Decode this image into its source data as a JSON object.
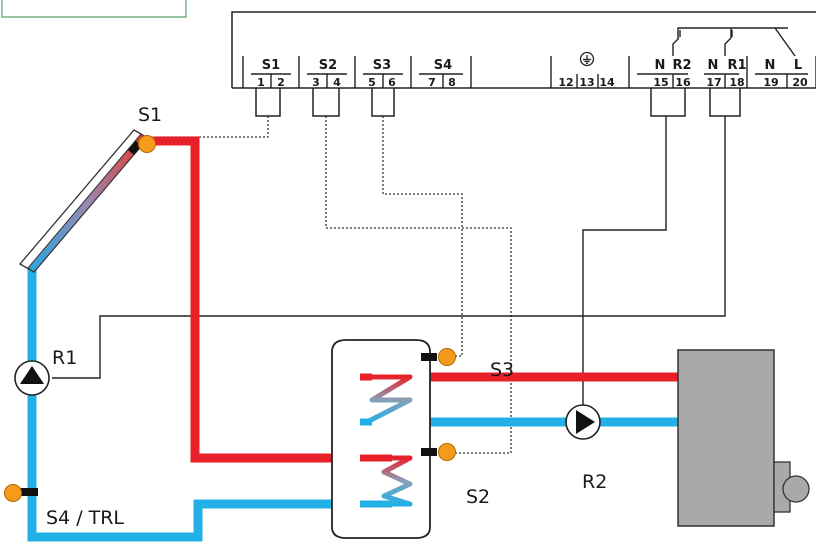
{
  "terminal_block": {
    "groups": [
      {
        "label": "S1",
        "numbers": [
          "1",
          "2"
        ]
      },
      {
        "label": "S2",
        "numbers": [
          "3",
          "4"
        ]
      },
      {
        "label": "S3",
        "numbers": [
          "5",
          "6"
        ]
      },
      {
        "label": "S4",
        "numbers": [
          "7",
          "8"
        ]
      }
    ],
    "ground_numbers": [
      "12",
      "13",
      "14"
    ],
    "relay_groups": [
      {
        "labels": [
          "N",
          "R2"
        ],
        "numbers": [
          "15",
          "16"
        ]
      },
      {
        "labels": [
          "N",
          "R1"
        ],
        "numbers": [
          "17",
          "18"
        ]
      },
      {
        "labels": [
          "N",
          "L"
        ],
        "numbers": [
          "19",
          "20"
        ]
      }
    ]
  },
  "labels": {
    "s1": "S1",
    "s2": "S2",
    "s3": "S3",
    "s4": "S4 / TRL",
    "r1": "R1",
    "r2": "R2"
  },
  "icons": {
    "ground": "ground-symbol-icon",
    "pump": "pump-icon",
    "sensor": "sensor-icon",
    "boiler": "boiler-icon",
    "collector": "solar-collector-icon"
  },
  "colors": {
    "hot_pipe": "#e8202a",
    "cold_pipe": "#23b0e6",
    "sensor": "#f59a1b",
    "boiler": "#a9a9a9",
    "frame_green": "#5aa06a"
  }
}
